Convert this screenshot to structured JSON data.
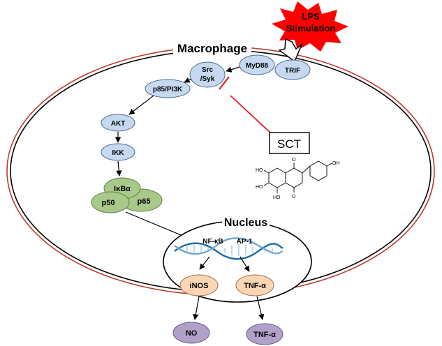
{
  "title": "Macrophage",
  "stimulus": {
    "line1": "LPS",
    "line2": "Stimulation"
  },
  "nucleus_label": "Nucleus",
  "inhibitor": "SCT",
  "nodes": {
    "myd88": "MyD88",
    "trif": "TRIF",
    "srcsyk_1": "Src",
    "srcsyk_2": "/Syk",
    "pi3k": "p85/PI3K",
    "akt": "AKT",
    "ikk": "IKK",
    "ikba": "IκBα",
    "p50": "p50",
    "p65": "p65",
    "nfkb": "NF-κB",
    "ap1": "AP-1",
    "inos": "iNOS",
    "tnfa_gene": "TNF-α",
    "no": "NO",
    "tnfa_out": "TNF-α"
  },
  "structure_labels": [
    "HO",
    "HO",
    "HO",
    "O",
    "OH",
    "O"
  ],
  "colors": {
    "blue_node": "#c6d9f1",
    "green_node": "#a9c98a",
    "orange_node": "#fcd5b4",
    "purple_node": "#b1a0c7",
    "inhibition_line": "#e31e24",
    "starburst": "#ff0000",
    "membrane_outer": "#c0392b",
    "dna_strand": "#1f6fa8"
  }
}
